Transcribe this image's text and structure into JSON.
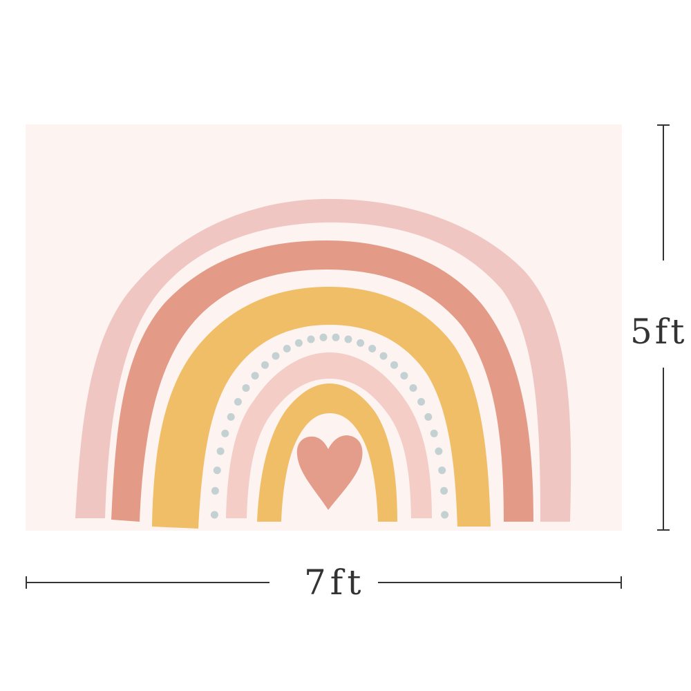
{
  "dimensions": {
    "width_label": "7ft",
    "height_label": "5ft"
  },
  "colors": {
    "background": "#ffffff",
    "backdrop": "#fdf3f1",
    "outer_pink": "#f0c6c2",
    "coral": "#e39b88",
    "mustard": "#f0be66",
    "dots": "#c4d1d2",
    "inner_pink": "#f3cdc6",
    "inner_mustard": "#f0be66",
    "heart": "#e49d8b",
    "measure_line": "#333333"
  },
  "icons": {
    "heart": "heart-icon",
    "rainbow": "rainbow-illustration"
  }
}
